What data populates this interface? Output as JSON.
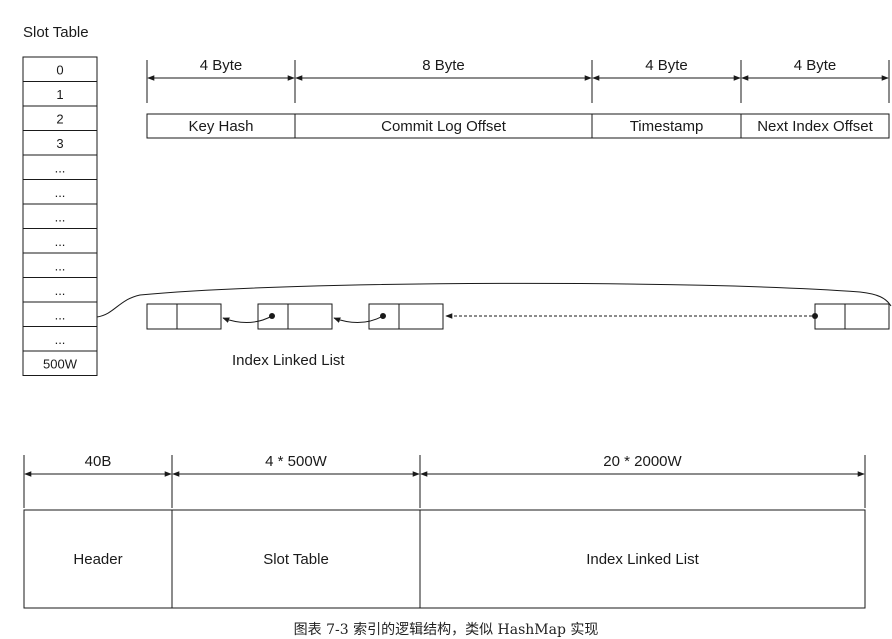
{
  "slot_table": {
    "title": "Slot Table",
    "slots": [
      "0",
      "1",
      "2",
      "3",
      "...",
      "...",
      "...",
      "...",
      "...",
      "...",
      "...",
      "...",
      "500W"
    ]
  },
  "entry_format": {
    "segments": [
      {
        "size": "4 Byte",
        "label": "Key Hash"
      },
      {
        "size": "8 Byte",
        "label": "Commit Log Offset"
      },
      {
        "size": "4 Byte",
        "label": "Timestamp"
      },
      {
        "size": "4 Byte",
        "label": "Next Index Offset"
      }
    ]
  },
  "linked_list": {
    "label": "Index Linked List"
  },
  "file_layout": {
    "segments": [
      {
        "size": "40B",
        "label": "Header"
      },
      {
        "size": "4 * 500W",
        "label": "Slot Table"
      },
      {
        "size": "20 * 2000W",
        "label": "Index Linked List"
      }
    ]
  },
  "caption": "图表  7-3 索引的逻辑结构，类似 HashMap 实现",
  "colors": {
    "line": "#1a1a1a",
    "background": "#ffffff"
  }
}
